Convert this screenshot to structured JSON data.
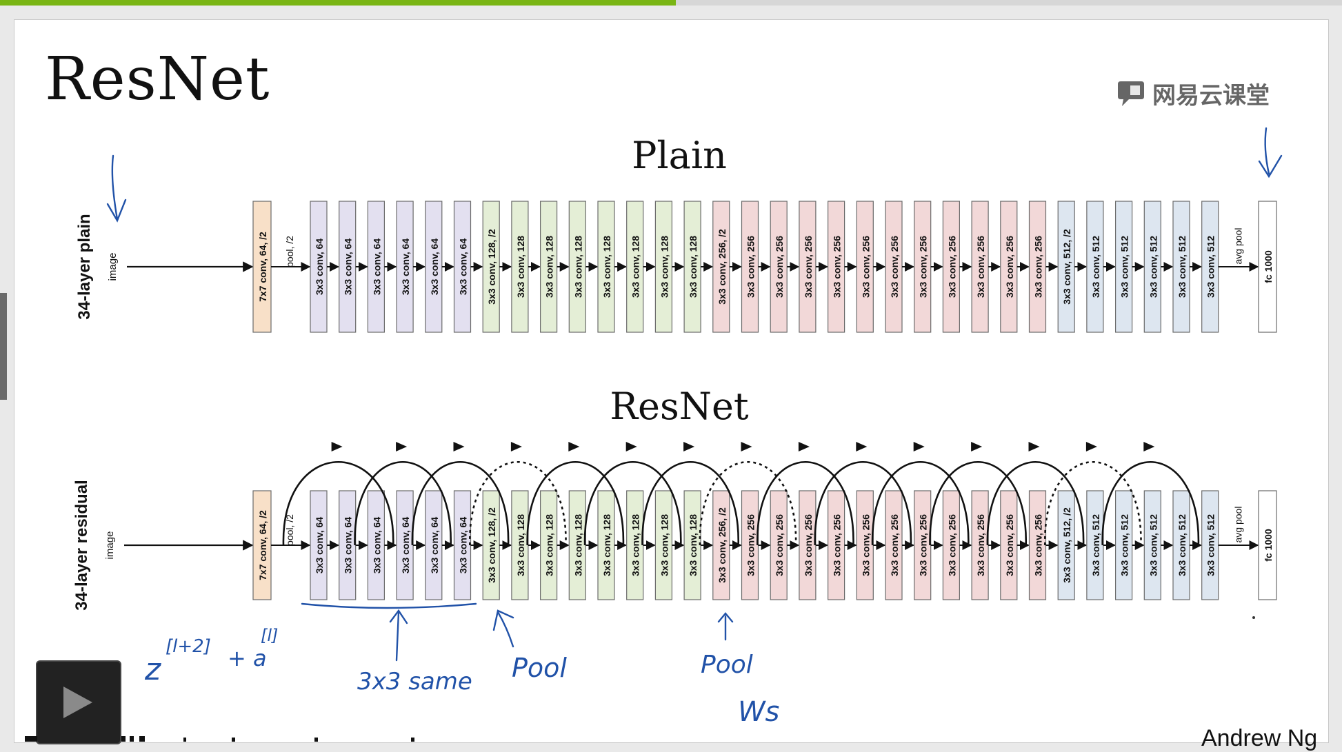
{
  "slide": {
    "title": "ResNet",
    "watermark": "网易云课堂",
    "credit": "Andrew Ng"
  },
  "diagram": {
    "plain": {
      "heading": "Plain",
      "row_label": "34-layer plain",
      "input_label": "image",
      "pool_label": "pool, /2",
      "avgpool_label": "avg pool"
    },
    "resnet": {
      "heading": "ResNet",
      "row_label": "34-layer residual",
      "input_label": "image",
      "pool_label": "pool, /2",
      "avgpool_label": "avg pool"
    },
    "layers": [
      {
        "label": "7x7 conv, 64, /2",
        "stage": "stem"
      },
      {
        "label": "3x3 conv, 64",
        "stage": "s64"
      },
      {
        "label": "3x3 conv, 64",
        "stage": "s64"
      },
      {
        "label": "3x3 conv, 64",
        "stage": "s64"
      },
      {
        "label": "3x3 conv, 64",
        "stage": "s64"
      },
      {
        "label": "3x3 conv, 64",
        "stage": "s64"
      },
      {
        "label": "3x3 conv, 64",
        "stage": "s64"
      },
      {
        "label": "3x3 conv, 128, /2",
        "stage": "s128"
      },
      {
        "label": "3x3 conv, 128",
        "stage": "s128"
      },
      {
        "label": "3x3 conv, 128",
        "stage": "s128"
      },
      {
        "label": "3x3 conv, 128",
        "stage": "s128"
      },
      {
        "label": "3x3 conv, 128",
        "stage": "s128"
      },
      {
        "label": "3x3 conv, 128",
        "stage": "s128"
      },
      {
        "label": "3x3 conv, 128",
        "stage": "s128"
      },
      {
        "label": "3x3 conv, 128",
        "stage": "s128"
      },
      {
        "label": "3x3 conv, 256, /2",
        "stage": "s256"
      },
      {
        "label": "3x3 conv, 256",
        "stage": "s256"
      },
      {
        "label": "3x3 conv, 256",
        "stage": "s256"
      },
      {
        "label": "3x3 conv, 256",
        "stage": "s256"
      },
      {
        "label": "3x3 conv, 256",
        "stage": "s256"
      },
      {
        "label": "3x3 conv, 256",
        "stage": "s256"
      },
      {
        "label": "3x3 conv, 256",
        "stage": "s256"
      },
      {
        "label": "3x3 conv, 256",
        "stage": "s256"
      },
      {
        "label": "3x3 conv, 256",
        "stage": "s256"
      },
      {
        "label": "3x3 conv, 256",
        "stage": "s256"
      },
      {
        "label": "3x3 conv, 256",
        "stage": "s256"
      },
      {
        "label": "3x3 conv, 256",
        "stage": "s256"
      },
      {
        "label": "3x3 conv, 512, /2",
        "stage": "s512"
      },
      {
        "label": "3x3 conv, 512",
        "stage": "s512"
      },
      {
        "label": "3x3 conv, 512",
        "stage": "s512"
      },
      {
        "label": "3x3 conv, 512",
        "stage": "s512"
      },
      {
        "label": "3x3 conv, 512",
        "stage": "s512"
      },
      {
        "label": "3x3 conv, 512",
        "stage": "s512"
      },
      {
        "label": "fc 1000",
        "stage": "fc"
      }
    ],
    "skip_connections": [
      {
        "from": 1,
        "to": 3,
        "type": "identity"
      },
      {
        "from": 3,
        "to": 5,
        "type": "identity"
      },
      {
        "from": 5,
        "to": 7,
        "type": "identity"
      },
      {
        "from": 7,
        "to": 9,
        "type": "projection"
      },
      {
        "from": 9,
        "to": 11,
        "type": "identity"
      },
      {
        "from": 11,
        "to": 13,
        "type": "identity"
      },
      {
        "from": 13,
        "to": 15,
        "type": "identity"
      },
      {
        "from": 15,
        "to": 17,
        "type": "projection"
      },
      {
        "from": 17,
        "to": 19,
        "type": "identity"
      },
      {
        "from": 19,
        "to": 21,
        "type": "identity"
      },
      {
        "from": 21,
        "to": 23,
        "type": "identity"
      },
      {
        "from": 23,
        "to": 25,
        "type": "identity"
      },
      {
        "from": 25,
        "to": 27,
        "type": "identity"
      },
      {
        "from": 27,
        "to": 29,
        "type": "projection"
      },
      {
        "from": 29,
        "to": 31,
        "type": "identity"
      },
      {
        "from": 31,
        "to": 33,
        "type": "identity"
      }
    ],
    "colors": {
      "stem": "#f8e0c8",
      "s64": "#e3e0f0",
      "s128": "#e4eed6",
      "s256": "#f2d8d8",
      "s512": "#dde6f0",
      "fc": "#ffffff",
      "ink": "#2152a8"
    },
    "annotations": {
      "formula_z": "z",
      "formula_z_sup": "[l+2]",
      "formula_plus_a": "+ a",
      "formula_a_sup": "[l]",
      "same_label": "3x3 same",
      "pool_note_1": "Pool",
      "pool_note_2": "Pool",
      "ws_note": "Ws"
    }
  },
  "player": {
    "play_icon": "play-icon"
  }
}
